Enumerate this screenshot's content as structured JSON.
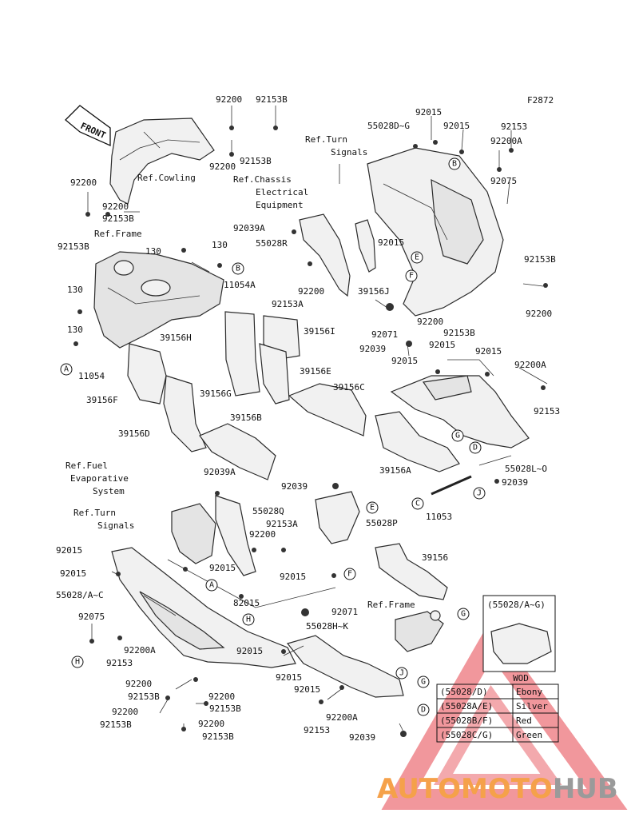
{
  "figure_id": "F2872",
  "front_label": "FRONT",
  "parts": [
    {
      "id": "p1",
      "text": "92200"
    },
    {
      "id": "p2",
      "text": "92153B"
    },
    {
      "id": "p3",
      "text": "92153B"
    },
    {
      "id": "p4",
      "text": "92200"
    },
    {
      "id": "p5",
      "text": "Ref.Cowling"
    },
    {
      "id": "p6",
      "text": "92200"
    },
    {
      "id": "p7",
      "text": "92200"
    },
    {
      "id": "p8",
      "text": "92153B"
    },
    {
      "id": "p9",
      "text": "92153B"
    },
    {
      "id": "p10",
      "text": "Ref.Frame"
    },
    {
      "id": "p11",
      "text": "92015"
    },
    {
      "id": "p12",
      "text": "55028D~G"
    },
    {
      "id": "p13",
      "text": "92015"
    },
    {
      "id": "p14",
      "text": "92153"
    },
    {
      "id": "p15",
      "text": "92200A"
    },
    {
      "id": "p16",
      "text": "92075"
    },
    {
      "id": "p17",
      "text": "Ref.Turn"
    },
    {
      "id": "p18",
      "text": "Signals"
    },
    {
      "id": "p19",
      "text": "Ref.Chassis"
    },
    {
      "id": "p20",
      "text": "Electrical"
    },
    {
      "id": "p21",
      "text": "Equipment"
    },
    {
      "id": "p22",
      "text": "92039A"
    },
    {
      "id": "p23",
      "text": "55028R"
    },
    {
      "id": "p24",
      "text": "92015"
    },
    {
      "id": "p25",
      "text": "92153B"
    },
    {
      "id": "p26",
      "text": "130"
    },
    {
      "id": "p27",
      "text": "130"
    },
    {
      "id": "p28",
      "text": "11054A"
    },
    {
      "id": "p29",
      "text": "92200"
    },
    {
      "id": "p30",
      "text": "92153A"
    },
    {
      "id": "p31",
      "text": "39156J"
    },
    {
      "id": "p32",
      "text": "92200"
    },
    {
      "id": "p33",
      "text": "130"
    },
    {
      "id": "p34",
      "text": "130"
    },
    {
      "id": "p35",
      "text": "92071"
    },
    {
      "id": "p36",
      "text": "92200"
    },
    {
      "id": "p37",
      "text": "92153B"
    },
    {
      "id": "p38",
      "text": "92039"
    },
    {
      "id": "p39",
      "text": "92015"
    },
    {
      "id": "p40",
      "text": "92015"
    },
    {
      "id": "p41",
      "text": "92015"
    },
    {
      "id": "p42",
      "text": "92200A"
    },
    {
      "id": "p43",
      "text": "39156H"
    },
    {
      "id": "p44",
      "text": "39156I"
    },
    {
      "id": "p45",
      "text": "39156E"
    },
    {
      "id": "p46",
      "text": "11054"
    },
    {
      "id": "p47",
      "text": "39156F"
    },
    {
      "id": "p48",
      "text": "39156G"
    },
    {
      "id": "p49",
      "text": "39156C"
    },
    {
      "id": "p50",
      "text": "92153"
    },
    {
      "id": "p51",
      "text": "39156B"
    },
    {
      "id": "p52",
      "text": "39156D"
    },
    {
      "id": "p53",
      "text": "39156A"
    },
    {
      "id": "p54",
      "text": "55028L~O"
    },
    {
      "id": "p55",
      "text": "92039"
    },
    {
      "id": "p56",
      "text": "Ref.Fuel"
    },
    {
      "id": "p57",
      "text": "Evaporative"
    },
    {
      "id": "p58",
      "text": "System"
    },
    {
      "id": "p59",
      "text": "92039A"
    },
    {
      "id": "p60",
      "text": "92039"
    },
    {
      "id": "p61",
      "text": "11053"
    },
    {
      "id": "p62",
      "text": "Ref.Turn"
    },
    {
      "id": "p63",
      "text": "Signals"
    },
    {
      "id": "p64",
      "text": "55028Q"
    },
    {
      "id": "p65",
      "text": "92153A"
    },
    {
      "id": "p66",
      "text": "55028P"
    },
    {
      "id": "p67",
      "text": "92200"
    },
    {
      "id": "p68",
      "text": "92015"
    },
    {
      "id": "p69",
      "text": "39156"
    },
    {
      "id": "p70",
      "text": "92015"
    },
    {
      "id": "p71",
      "text": "92015"
    },
    {
      "id": "p72",
      "text": "92015"
    },
    {
      "id": "p73",
      "text": "55028/A~C"
    },
    {
      "id": "p74",
      "text": "82015"
    },
    {
      "id": "p75",
      "text": "92071"
    },
    {
      "id": "p76",
      "text": "Ref.Frame"
    },
    {
      "id": "p77",
      "text": "92075"
    },
    {
      "id": "p78",
      "text": "55028H~K"
    },
    {
      "id": "p79",
      "text": "92200A"
    },
    {
      "id": "p80",
      "text": "92015"
    },
    {
      "id": "p81",
      "text": "92153"
    },
    {
      "id": "p82",
      "text": "92015"
    },
    {
      "id": "p83",
      "text": "92015"
    },
    {
      "id": "p84",
      "text": "92200"
    },
    {
      "id": "p85",
      "text": "92153B"
    },
    {
      "id": "p86",
      "text": "92200"
    },
    {
      "id": "p87",
      "text": "92153B"
    },
    {
      "id": "p88",
      "text": "92200"
    },
    {
      "id": "p89",
      "text": "92153B"
    },
    {
      "id": "p90",
      "text": "92200A"
    },
    {
      "id": "p91",
      "text": "92153"
    },
    {
      "id": "p92",
      "text": "92200"
    },
    {
      "id": "p93",
      "text": "92153B"
    },
    {
      "id": "p94",
      "text": "92039"
    }
  ],
  "callouts": [
    {
      "id": "c1",
      "text": "B"
    },
    {
      "id": "c2",
      "text": "B"
    },
    {
      "id": "c3",
      "text": "E"
    },
    {
      "id": "c4",
      "text": "F"
    },
    {
      "id": "c5",
      "text": "A"
    },
    {
      "id": "c6",
      "text": "G"
    },
    {
      "id": "c7",
      "text": "D"
    },
    {
      "id": "c8",
      "text": "C"
    },
    {
      "id": "c9",
      "text": "J"
    },
    {
      "id": "c10",
      "text": "E"
    },
    {
      "id": "c11",
      "text": "F"
    },
    {
      "id": "c12",
      "text": "A"
    },
    {
      "id": "c13",
      "text": "H"
    },
    {
      "id": "c14",
      "text": "H"
    },
    {
      "id": "c15",
      "text": "G"
    },
    {
      "id": "c16",
      "text": "J"
    },
    {
      "id": "c17",
      "text": "G"
    },
    {
      "id": "c18",
      "text": "D"
    }
  ],
  "inset": {
    "title": "(55028/A~G)",
    "header": "WOD",
    "rows": [
      {
        "code": "(55028/D)",
        "color": "Ebony"
      },
      {
        "code": "(55028A/E)",
        "color": "Silver"
      },
      {
        "code": "(55028B/F)",
        "color": "Red"
      },
      {
        "code": "(55028C/G)",
        "color": "Green"
      }
    ]
  },
  "watermark": {
    "part1": "AUTOMOTO",
    "part2": "HUB",
    "color1": "#f5a14a",
    "color2": "#9a9a9a",
    "triangle_color": "#e0202a"
  }
}
